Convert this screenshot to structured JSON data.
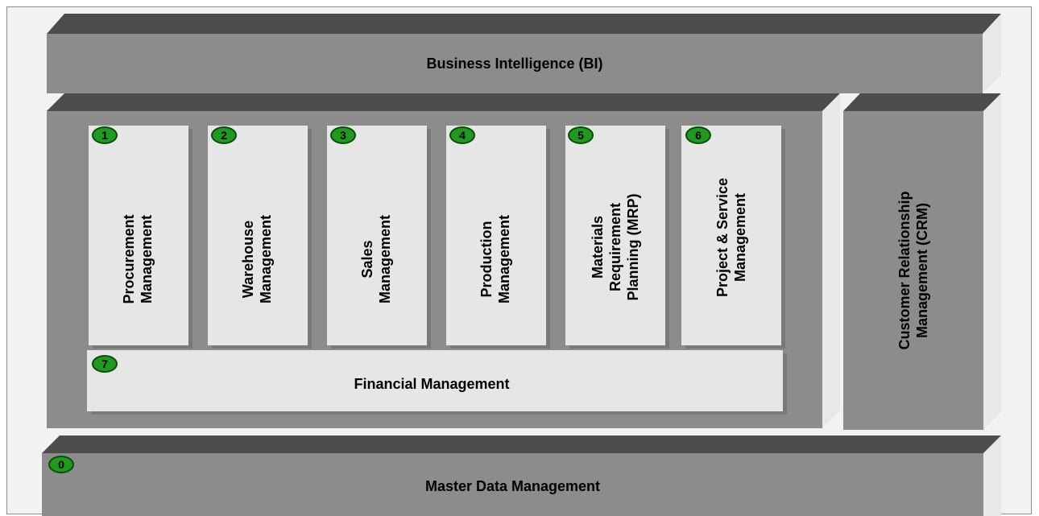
{
  "layers": {
    "bi": {
      "label": "Business Intelligence (BI)"
    },
    "crm": {
      "label": "Customer Relationship\nManagement (CRM)"
    },
    "master_data": {
      "label": "Master Data Management",
      "badge": "0"
    },
    "financial": {
      "label": "Financial Management",
      "badge": "7"
    }
  },
  "modules": [
    {
      "badge": "1",
      "label": "Procurement\nManagement"
    },
    {
      "badge": "2",
      "label": "Warehouse\nManagement"
    },
    {
      "badge": "3",
      "label": "Sales\nManagement"
    },
    {
      "badge": "4",
      "label": "Production\nManagement"
    },
    {
      "badge": "5",
      "label": "Materials\nRequirement\nPlanning (MRP)"
    },
    {
      "badge": "6",
      "label": "Project & Service\nManagement"
    }
  ],
  "colors": {
    "block_face": "#8c8c8c",
    "block_top": "#4d4d4d",
    "block_side": "#e8e8e8",
    "module_face": "#e6e6e6",
    "badge_fill": "#1e9a1e"
  }
}
